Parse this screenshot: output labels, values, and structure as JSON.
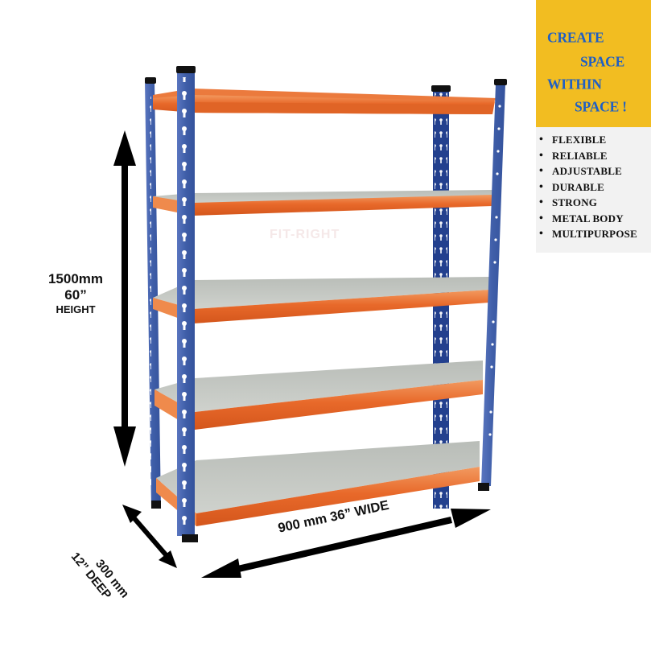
{
  "promo": {
    "slogan": [
      "CREATE",
      "SPACE",
      "WITHIN",
      "SPACE !"
    ],
    "features": [
      "FLEXIBLE",
      "RELIABLE",
      "ADJUSTABLE",
      "DURABLE",
      "STRONG",
      "METAL BODY",
      "MULTIPURPOSE"
    ],
    "colors": {
      "header_bg": "#f2bd21",
      "slogan_text": "#1f5fc4",
      "list_bg": "#f2f2f2",
      "list_text": "#111111"
    }
  },
  "dimensions": {
    "height": {
      "mm": "1500mm",
      "inches": "60”",
      "label": "HEIGHT"
    },
    "width": {
      "label": "900 mm 36” WIDE"
    },
    "depth": {
      "mm": "300 mm",
      "inches_label": "12” DEEP"
    }
  },
  "product": {
    "type": "boltless-shelving-rack",
    "shelf_count": 5,
    "colors": {
      "upright": "#3f5ea8",
      "upright_dark": "#203a8a",
      "beam": "#e8692a",
      "beam_light": "#f3a06a",
      "board": "#c6c9c4",
      "foot": "#111111"
    }
  },
  "watermark": {
    "text": "FIT-RIGHT"
  }
}
